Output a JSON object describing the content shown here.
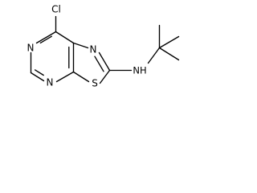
{
  "molecule": {
    "atoms": {
      "cl": "Cl",
      "n_top_left": "N",
      "n_bottom_left": "N",
      "n_thiazole": "N",
      "s": "S",
      "nh": "NH"
    }
  },
  "style": {
    "line_color": "#000000",
    "background": "#ffffff"
  }
}
